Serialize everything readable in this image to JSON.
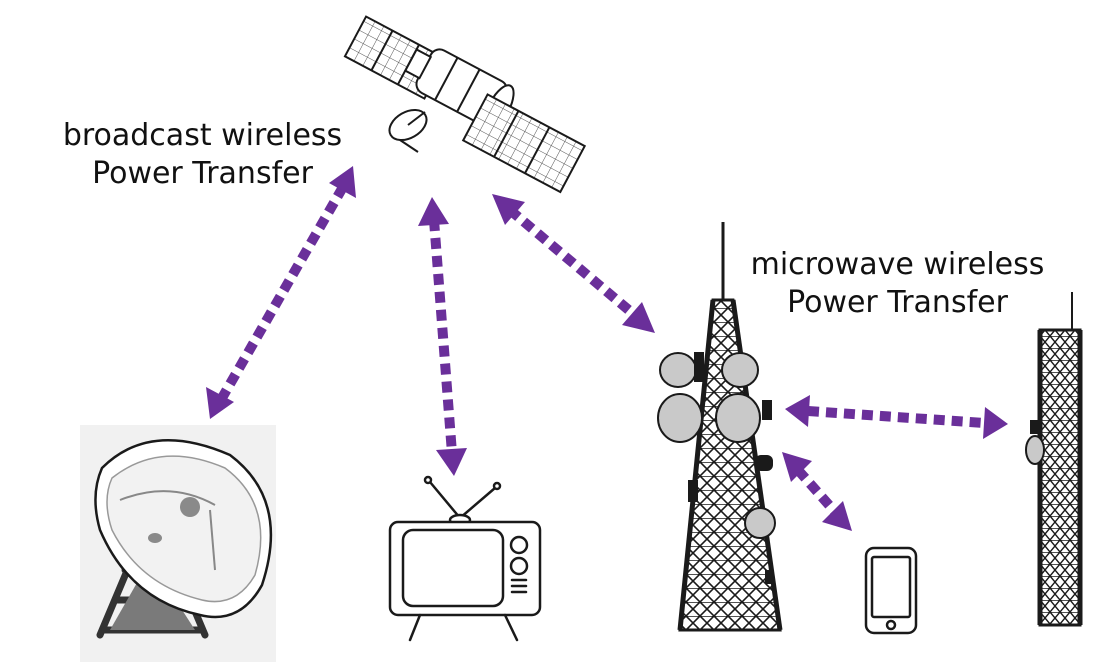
{
  "labels": {
    "broadcast": {
      "line1": "broadcast wireless",
      "line2": "Power Transfer"
    },
    "microwave": {
      "line1": "microwave wireless",
      "line2": "Power Transfer"
    }
  },
  "colors": {
    "arrow": "#6a2f9a",
    "outline": "#1a1a1a",
    "dish_gray": "#bdbdbd",
    "panel_fill": "#ffffff"
  },
  "icons": [
    "satellite-icon",
    "dish-antenna-icon",
    "television-icon",
    "cell-tower-icon",
    "smartphone-icon",
    "relay-tower-icon"
  ]
}
